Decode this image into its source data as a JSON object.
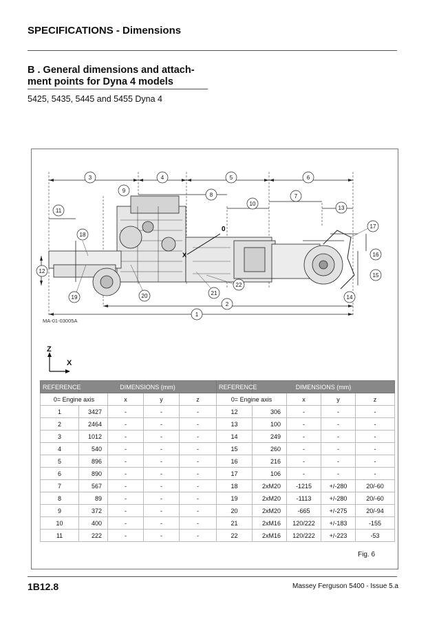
{
  "header": {
    "title": "SPECIFICATIONS - Dimensions"
  },
  "section": {
    "title_line1": "B . General dimensions and attach-",
    "title_line2": "ment points for Dyna 4 models",
    "models": "5425, 5435, 5445 and 5455 Dyna 4"
  },
  "figure": {
    "drawing_code": "MA-01-03005A",
    "origin_label": "0",
    "x_marker": "X",
    "axis_z": "Z",
    "axis_x": "X",
    "caption": "Fig. 6",
    "callouts": [
      "1",
      "2",
      "3",
      "4",
      "5",
      "6",
      "7",
      "8",
      "9",
      "10",
      "11",
      "12",
      "13",
      "14",
      "15",
      "16",
      "17",
      "18",
      "19",
      "20",
      "21",
      "22"
    ]
  },
  "table": {
    "header_reference": "REFERENCE",
    "header_dimensions": "DIMENSIONS (mm)",
    "subheader_axis": "0= Engine axis",
    "col_x": "x",
    "col_y": "y",
    "col_z": "z",
    "left_rows": [
      {
        "ref": "1",
        "val": "3427",
        "x": "-",
        "y": "-",
        "z": "-"
      },
      {
        "ref": "2",
        "val": "2464",
        "x": "-",
        "y": "-",
        "z": "-"
      },
      {
        "ref": "3",
        "val": "1012",
        "x": "-",
        "y": "-",
        "z": "-"
      },
      {
        "ref": "4",
        "val": "540",
        "x": "-",
        "y": "-",
        "z": "-"
      },
      {
        "ref": "5",
        "val": "896",
        "x": "-",
        "y": "-",
        "z": "-"
      },
      {
        "ref": "6",
        "val": "890",
        "x": "-",
        "y": "-",
        "z": "-"
      },
      {
        "ref": "7",
        "val": "567",
        "x": "-",
        "y": "-",
        "z": "-"
      },
      {
        "ref": "8",
        "val": "89",
        "x": "-",
        "y": "-",
        "z": "-"
      },
      {
        "ref": "9",
        "val": "372",
        "x": "-",
        "y": "-",
        "z": "-"
      },
      {
        "ref": "10",
        "val": "400",
        "x": "-",
        "y": "-",
        "z": "-"
      },
      {
        "ref": "11",
        "val": "222",
        "x": "-",
        "y": "-",
        "z": "-"
      }
    ],
    "right_rows": [
      {
        "ref": "12",
        "val": "306",
        "x": "-",
        "y": "-",
        "z": "-"
      },
      {
        "ref": "13",
        "val": "100",
        "x": "-",
        "y": "-",
        "z": "-"
      },
      {
        "ref": "14",
        "val": "249",
        "x": "-",
        "y": "-",
        "z": "-"
      },
      {
        "ref": "15",
        "val": "260",
        "x": "-",
        "y": "-",
        "z": "-"
      },
      {
        "ref": "16",
        "val": "216",
        "x": "-",
        "y": "-",
        "z": "-"
      },
      {
        "ref": "17",
        "val": "106",
        "x": "-",
        "y": "-",
        "z": "-"
      },
      {
        "ref": "18",
        "val": "2xM20",
        "x": "-1215",
        "y": "+/-280",
        "z": "20/-60"
      },
      {
        "ref": "19",
        "val": "2xM20",
        "x": "-1113",
        "y": "+/-280",
        "z": "20/-60"
      },
      {
        "ref": "20",
        "val": "2xM20",
        "x": "-665",
        "y": "+/-275",
        "z": "20/-94"
      },
      {
        "ref": "21",
        "val": "2xM16",
        "x": "120/222",
        "y": "+/-183",
        "z": "-155"
      },
      {
        "ref": "22",
        "val": "2xM16",
        "x": "120/222",
        "y": "+/-223",
        "z": "-53"
      }
    ]
  },
  "footer": {
    "page_code": "1B12.8",
    "manual": "Massey Ferguson 5400 - Issue 5.a"
  }
}
